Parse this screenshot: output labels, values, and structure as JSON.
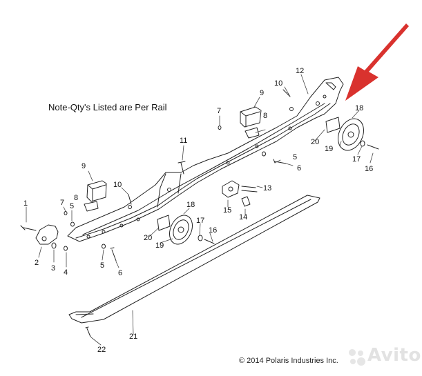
{
  "note": "Note-Qty's Listed are Per Rail",
  "copyright": "© 2014 Polaris Industries Inc.",
  "watermark": "Avito",
  "arrow_color": "#d9322e",
  "callouts": {
    "c1": "1",
    "c2": "2",
    "c3": "3",
    "c4": "4",
    "c5a": "5",
    "c5b": "5",
    "c5c": "5",
    "c6a": "6",
    "c6b": "6",
    "c7a": "7",
    "c7b": "7",
    "c8a": "8",
    "c8b": "8",
    "c9a": "9",
    "c9b": "9",
    "c10a": "10",
    "c10b": "10",
    "c11": "11",
    "c12": "12",
    "c13": "13",
    "c14": "14",
    "c15": "15",
    "c16a": "16",
    "c16b": "16",
    "c17a": "17",
    "c17b": "17",
    "c18a": "18",
    "c18b": "18",
    "c19a": "19",
    "c19b": "19",
    "c20a": "20",
    "c20b": "20",
    "c21": "21",
    "c22": "22"
  }
}
